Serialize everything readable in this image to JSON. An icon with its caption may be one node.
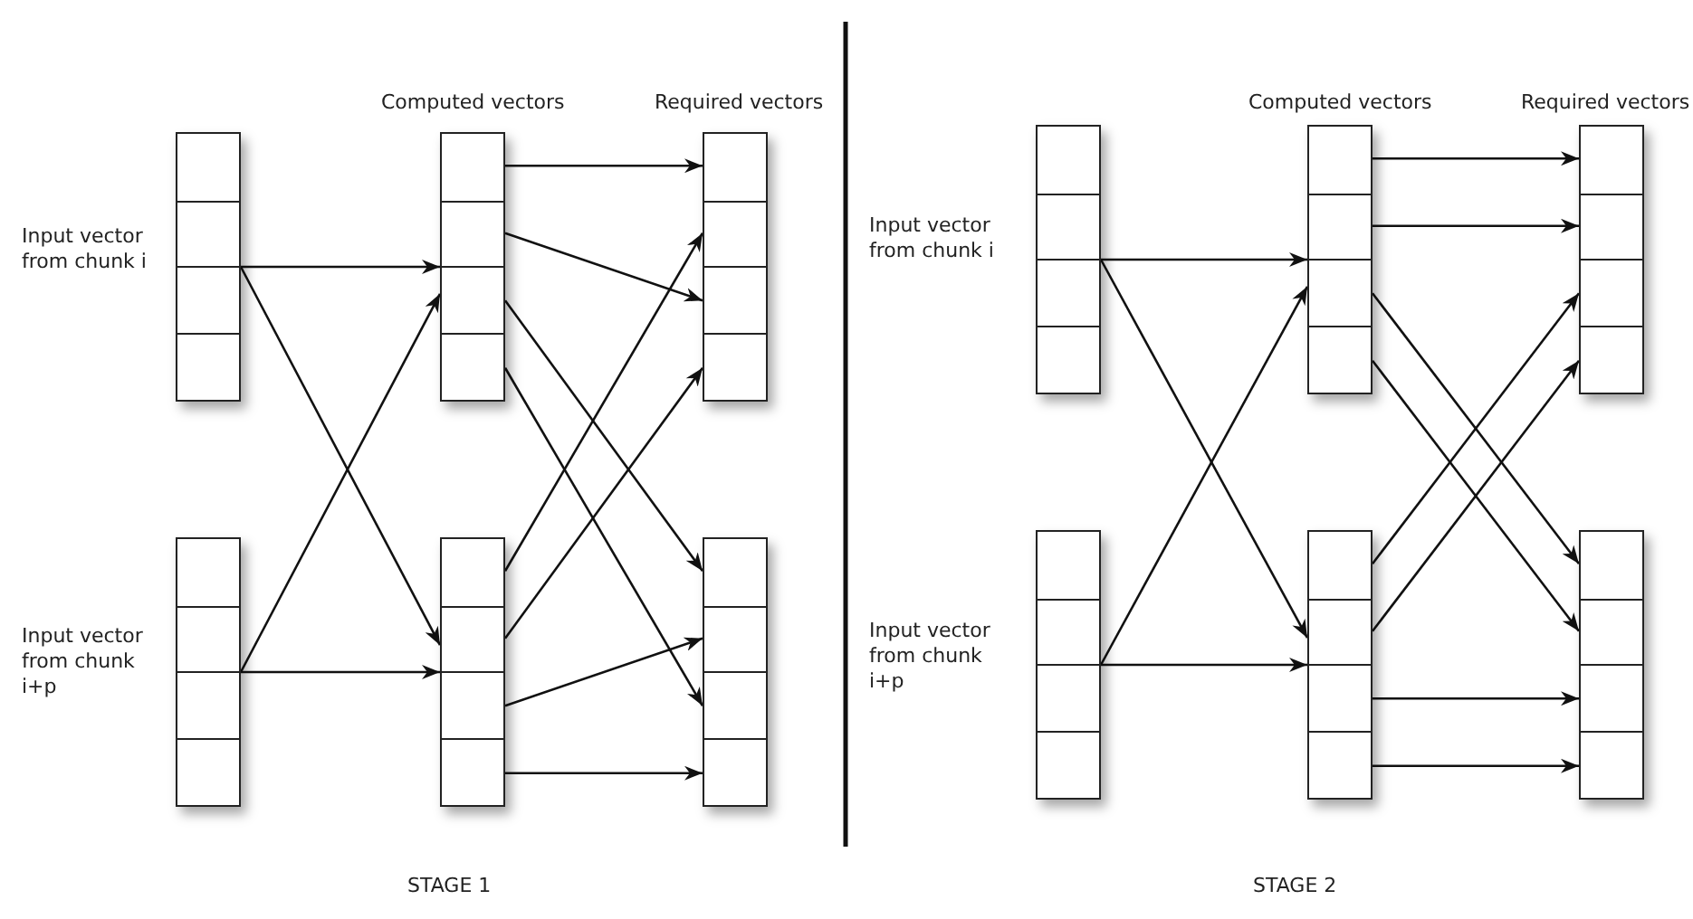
{
  "diagram": {
    "nodes": [
      {
        "text": [],
        "shape": "box",
        "beside": [
          "Input vector from chunk i"
        ]
      },
      {
        "text": [],
        "shape": "box"
      },
      {
        "text": [],
        "shape": "box"
      },
      {
        "text": [],
        "shape": "box",
        "beside": [
          "Input vector from chunk i+p"
        ]
      },
      {
        "text": [],
        "shape": "box"
      },
      {
        "text": [],
        "shape": "box"
      },
      {
        "text": [],
        "shape": "box",
        "beside": [
          "Input vector from chunk i"
        ]
      },
      {
        "text": [],
        "shape": "box"
      },
      {
        "text": [],
        "shape": "box"
      },
      {
        "text": [],
        "shape": "box",
        "beside": [
          "Input vector from chunk i+p"
        ]
      },
      {
        "text": [],
        "shape": "box"
      },
      {
        "text": [],
        "shape": "box"
      }
    ],
    "edges": [
      {
        "from": 0,
        "to": 1,
        "arrow": "to"
      },
      {
        "from": 0,
        "to": 4,
        "arrow": "to"
      },
      {
        "from": 3,
        "to": 1,
        "arrow": "to"
      },
      {
        "from": 3,
        "to": 4,
        "arrow": "to"
      },
      {
        "from": 1,
        "to": 2,
        "arrow": "to"
      },
      {
        "from": 1,
        "to": 2,
        "arrow": "to"
      },
      {
        "from": 1,
        "to": 5,
        "arrow": "to"
      },
      {
        "from": 1,
        "to": 5,
        "arrow": "to"
      },
      {
        "from": 4,
        "to": 2,
        "arrow": "to"
      },
      {
        "from": 4,
        "to": 2,
        "arrow": "to"
      },
      {
        "from": 4,
        "to": 5,
        "arrow": "to"
      },
      {
        "from": 4,
        "to": 5,
        "arrow": "to"
      },
      {
        "from": 6,
        "to": 7,
        "arrow": "to"
      },
      {
        "from": 6,
        "to": 10,
        "arrow": "to"
      },
      {
        "from": 9,
        "to": 7,
        "arrow": "to"
      },
      {
        "from": 9,
        "to": 10,
        "arrow": "to"
      },
      {
        "from": 7,
        "to": 8,
        "arrow": "to"
      },
      {
        "from": 7,
        "to": 8,
        "arrow": "to"
      },
      {
        "from": 7,
        "to": 11,
        "arrow": "to"
      },
      {
        "from": 7,
        "to": 11,
        "arrow": "to"
      },
      {
        "from": 10,
        "to": 8,
        "arrow": "to"
      },
      {
        "from": 10,
        "to": 8,
        "arrow": "to"
      },
      {
        "from": 10,
        "to": 11,
        "arrow": "to"
      },
      {
        "from": 10,
        "to": 11,
        "arrow": "to"
      }
    ],
    "labels": [
      "Computed vectors",
      "Required vectors",
      "Computed vectors",
      "Required vectors",
      "STAGE 1",
      "STAGE 2"
    ]
  }
}
